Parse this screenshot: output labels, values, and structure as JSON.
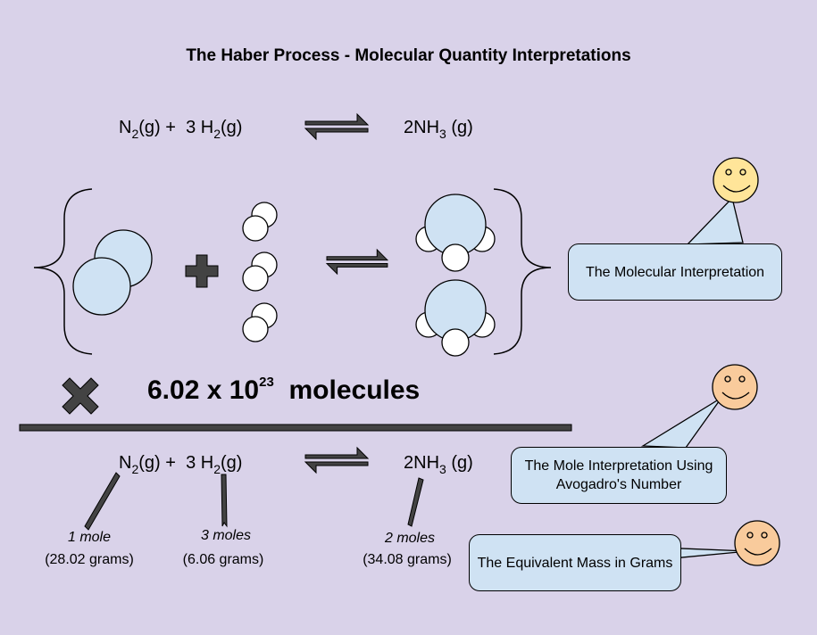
{
  "title": "The Haber Process - Molecular Quantity Interpretations",
  "equation": {
    "n2": "N",
    "n2_sub": "2",
    "n2_state": "(g) +",
    "h2_coef": "3 H",
    "h2_sub": "2",
    "h2_state": "(g)",
    "nh3": "2NH",
    "nh3_sub": "3",
    "nh3_state": " (g)"
  },
  "multiplier": {
    "value": "6.02 x 10",
    "exponent": "23",
    "unit": "molecules"
  },
  "quantities": [
    {
      "moles": "1 mole",
      "mass": "(28.02 grams)"
    },
    {
      "moles": "3 moles",
      "mass": "(6.06 grams)"
    },
    {
      "moles": "2 moles",
      "mass": "(34.08 grams)"
    }
  ],
  "callouts": {
    "molecular": "The Molecular Interpretation",
    "mole": "The Mole Interpretation Using Avogadro's Number",
    "mass": "The Equivalent Mass in Grams"
  },
  "colors": {
    "background": "#d9d2e9",
    "bubble": "#cfe2f3",
    "molecule_large": "#cfe2f3",
    "smiley_yellow": "#ffe599",
    "smiley_orange": "#f9cb9c",
    "arrow": "#434343"
  },
  "icons": [
    "equilibrium-arrow-icon",
    "plus-icon",
    "times-icon",
    "smiley-icon"
  ]
}
